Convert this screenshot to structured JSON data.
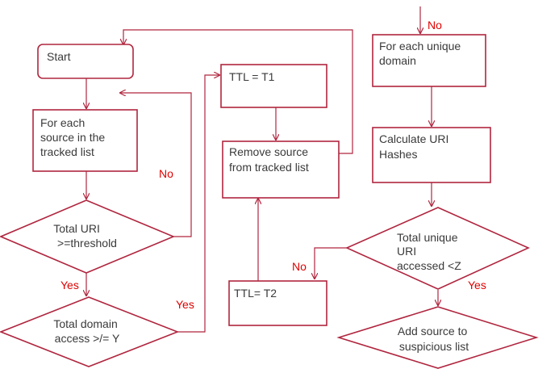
{
  "colors": {
    "stroke": "#b0263f",
    "node_text": "#3a3a3a",
    "edge_label": "#e00000"
  },
  "nodes": {
    "start": [
      "Start"
    ],
    "for_each_source": [
      "For each",
      "source in the",
      "tracked list"
    ],
    "total_uri": [
      "Total URI",
      ">=threshold"
    ],
    "total_domain": [
      "Total domain",
      "access >/= Y"
    ],
    "ttl_t1": [
      "TTL = T1"
    ],
    "remove_source": [
      "Remove source",
      "from tracked list"
    ],
    "ttl_t2": [
      "TTL= T2"
    ],
    "for_each_domain": [
      "For each unique",
      "domain"
    ],
    "calc_hashes": [
      "Calculate URI",
      "Hashes"
    ],
    "total_unique": [
      "Total unique",
      "URI",
      "accessed <Z"
    ],
    "add_source": [
      "Add source to",
      "suspicious list"
    ]
  },
  "edge_labels": {
    "no_top": "No",
    "no_uri": "No",
    "yes_uri": "Yes",
    "yes_domain": "Yes",
    "no_unique": "No",
    "yes_unique": "Yes"
  }
}
